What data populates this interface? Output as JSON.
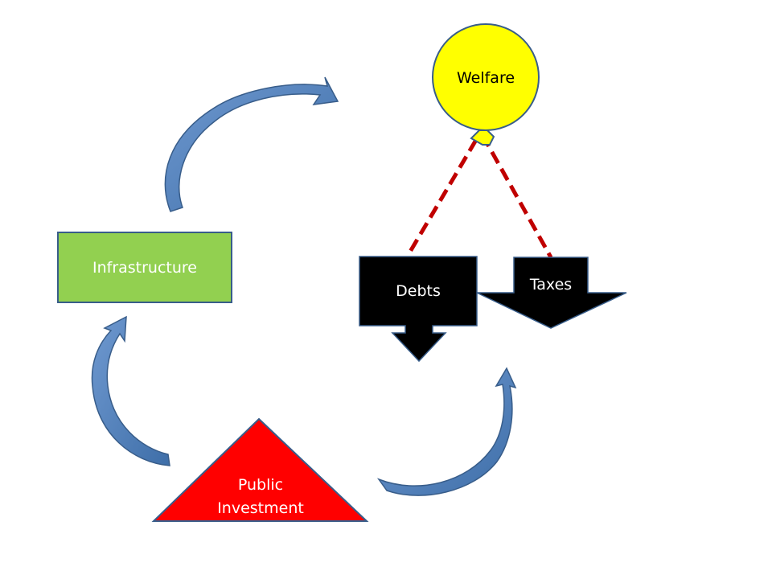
{
  "nodes": {
    "welfare": {
      "label": "Welfare"
    },
    "infrastructure": {
      "label": "Infrastructure"
    },
    "debts": {
      "label": "Debts"
    },
    "taxes": {
      "label": "Taxes"
    },
    "public_investment": {
      "label_line1": "Public",
      "label_line2": "Investment"
    }
  },
  "colors": {
    "welfare_fill": "#ffff00",
    "infrastructure_fill": "#92d050",
    "public_investment_fill": "#ff0000",
    "debts_fill": "#000000",
    "taxes_fill": "#000000",
    "cycle_arrow_fill": "#4f81bd",
    "tether_line": "#c00000",
    "node_border": "#385d8a"
  }
}
